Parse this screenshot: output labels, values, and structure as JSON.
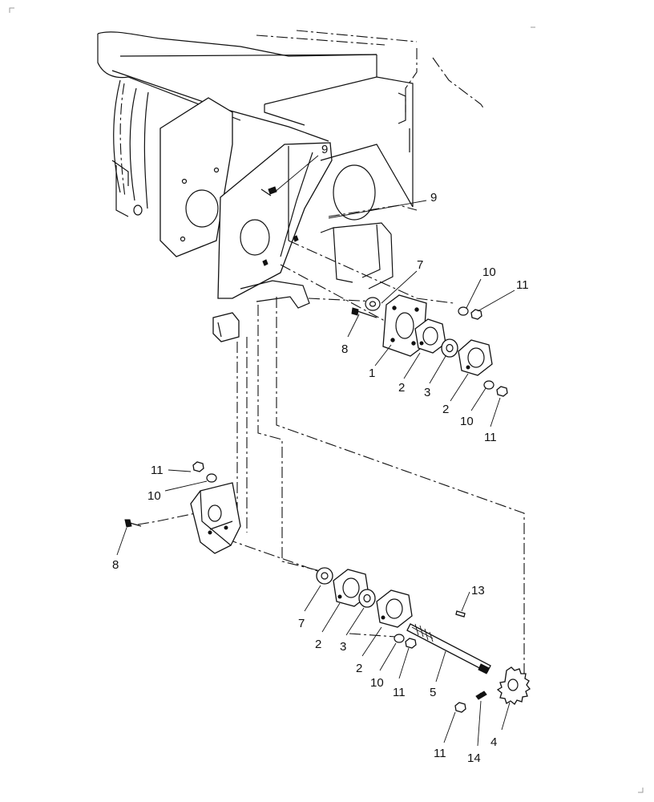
{
  "callouts": [
    {
      "id": "c9a",
      "text": "9"
    },
    {
      "id": "c9b",
      "text": "9"
    },
    {
      "id": "c7a",
      "text": "7"
    },
    {
      "id": "c10a",
      "text": "10"
    },
    {
      "id": "c11a",
      "text": "11"
    },
    {
      "id": "c8a",
      "text": "8"
    },
    {
      "id": "c1",
      "text": "1"
    },
    {
      "id": "c2a",
      "text": "2"
    },
    {
      "id": "c3a",
      "text": "3"
    },
    {
      "id": "c2b",
      "text": "2"
    },
    {
      "id": "c10b",
      "text": "10"
    },
    {
      "id": "c11b",
      "text": "11"
    },
    {
      "id": "c11c",
      "text": "11"
    },
    {
      "id": "c10c",
      "text": "10"
    },
    {
      "id": "c8b",
      "text": "8"
    },
    {
      "id": "c13",
      "text": "13"
    },
    {
      "id": "c7b",
      "text": "7"
    },
    {
      "id": "c2c",
      "text": "2"
    },
    {
      "id": "c3b",
      "text": "3"
    },
    {
      "id": "c2d",
      "text": "2"
    },
    {
      "id": "c10d",
      "text": "10"
    },
    {
      "id": "c11d",
      "text": "11"
    },
    {
      "id": "c5",
      "text": "5"
    },
    {
      "id": "c4",
      "text": "4"
    },
    {
      "id": "c11e",
      "text": "11"
    },
    {
      "id": "c14",
      "text": "14"
    }
  ]
}
